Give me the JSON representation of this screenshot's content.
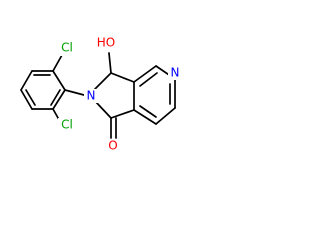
{
  "structure": {
    "atoms": {
      "cl_top": "Cl",
      "cl_bottom": "Cl",
      "nitrogen_lactam": "N",
      "nitrogen_pyridine": "N",
      "hydroxyl": "HO",
      "carbonyl_oxygen": "O"
    },
    "colors": {
      "bond": "#000000",
      "chlorine": "#00a000",
      "nitrogen": "#0000ff",
      "oxygen": "#ff0000"
    }
  }
}
